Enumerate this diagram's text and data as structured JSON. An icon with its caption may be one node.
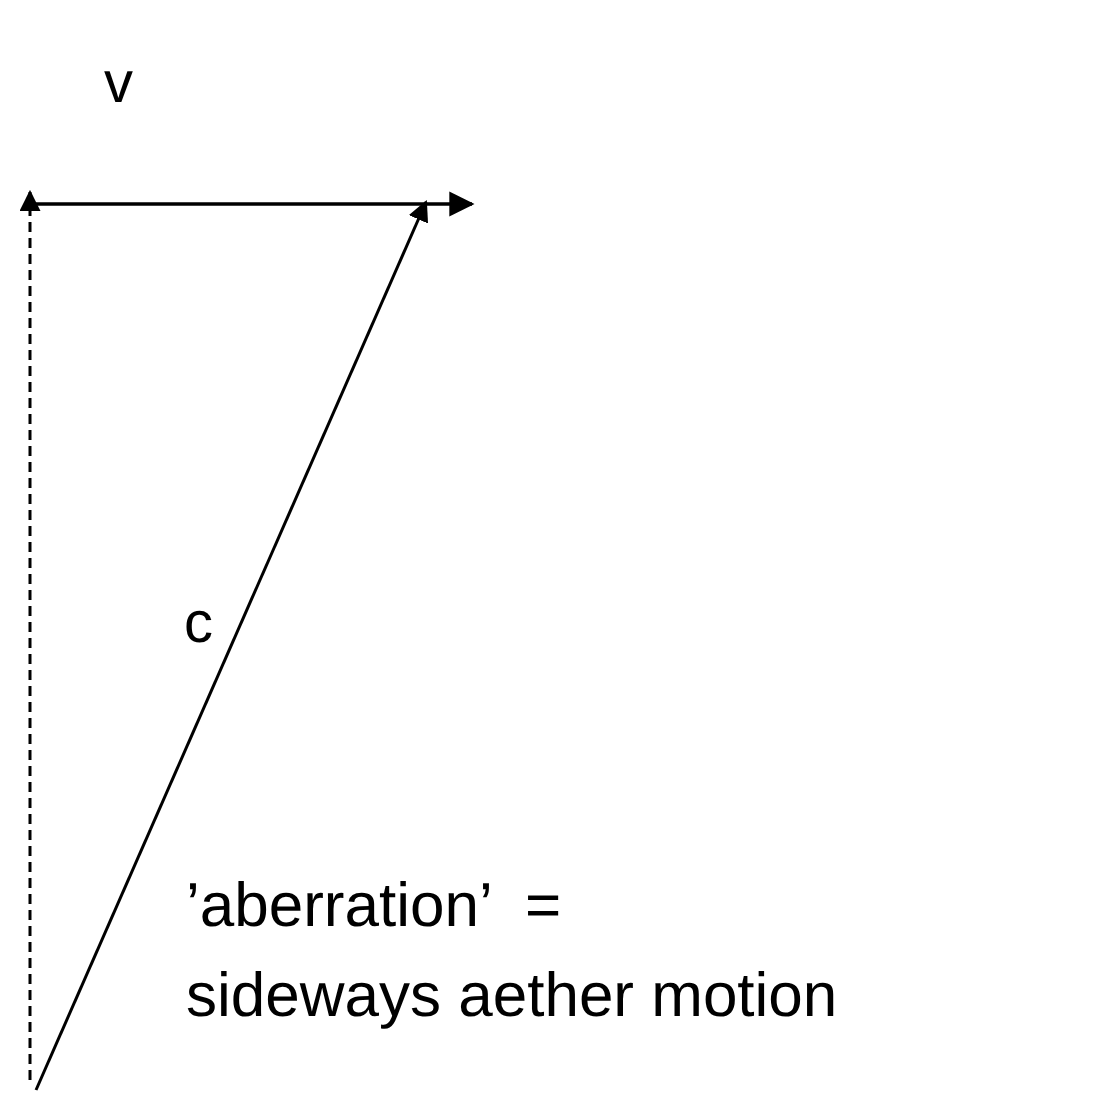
{
  "diagram": {
    "labels": [
      "v",
      "c",
      "’aberration’  =",
      "sideways aether motion"
    ]
  }
}
